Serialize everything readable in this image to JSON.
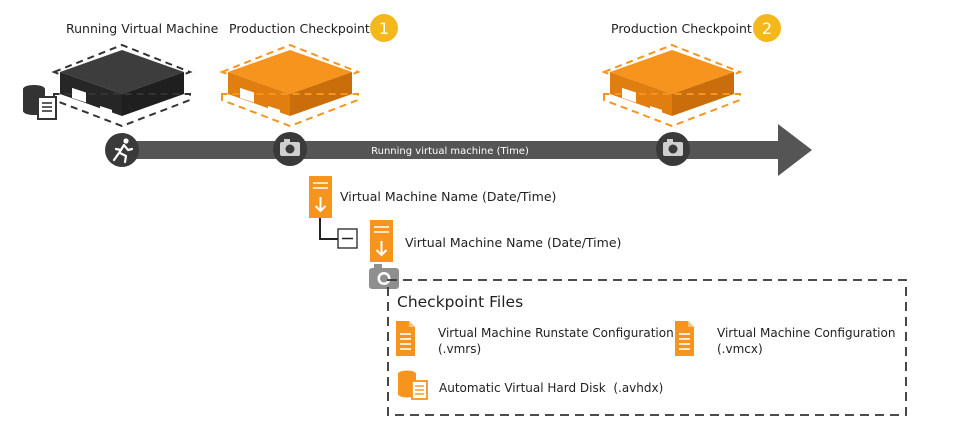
{
  "diagram": {
    "timeline_label": "Running virtual machine (Time)",
    "vm_running_label": "Running Virtual Machine",
    "checkpoint1_label": "Production Checkpoint",
    "checkpoint1_number": "1",
    "checkpoint2_label": "Production Checkpoint",
    "checkpoint2_number": "2",
    "tree": {
      "node1_label": "Virtual Machine Name (Date/Time)",
      "node2_label": "Virtual Machine Name (Date/Time)"
    },
    "files_panel": {
      "title": "Checkpoint Files",
      "items": [
        {
          "label": "Virtual Machine Runstate Configuration",
          "ext": "(.vmrs)"
        },
        {
          "label": "Virtual Machine Configuration",
          "ext": "(.vmcx)"
        },
        {
          "label": "Automatic Virtual Hard Disk  (.avhdx)"
        }
      ]
    },
    "colors": {
      "orange": "#F7941D",
      "orange_dark": "#B8620E",
      "server_dark": "#2E2E2E",
      "timeline": "#555555",
      "badge": "#F5B81C"
    }
  }
}
